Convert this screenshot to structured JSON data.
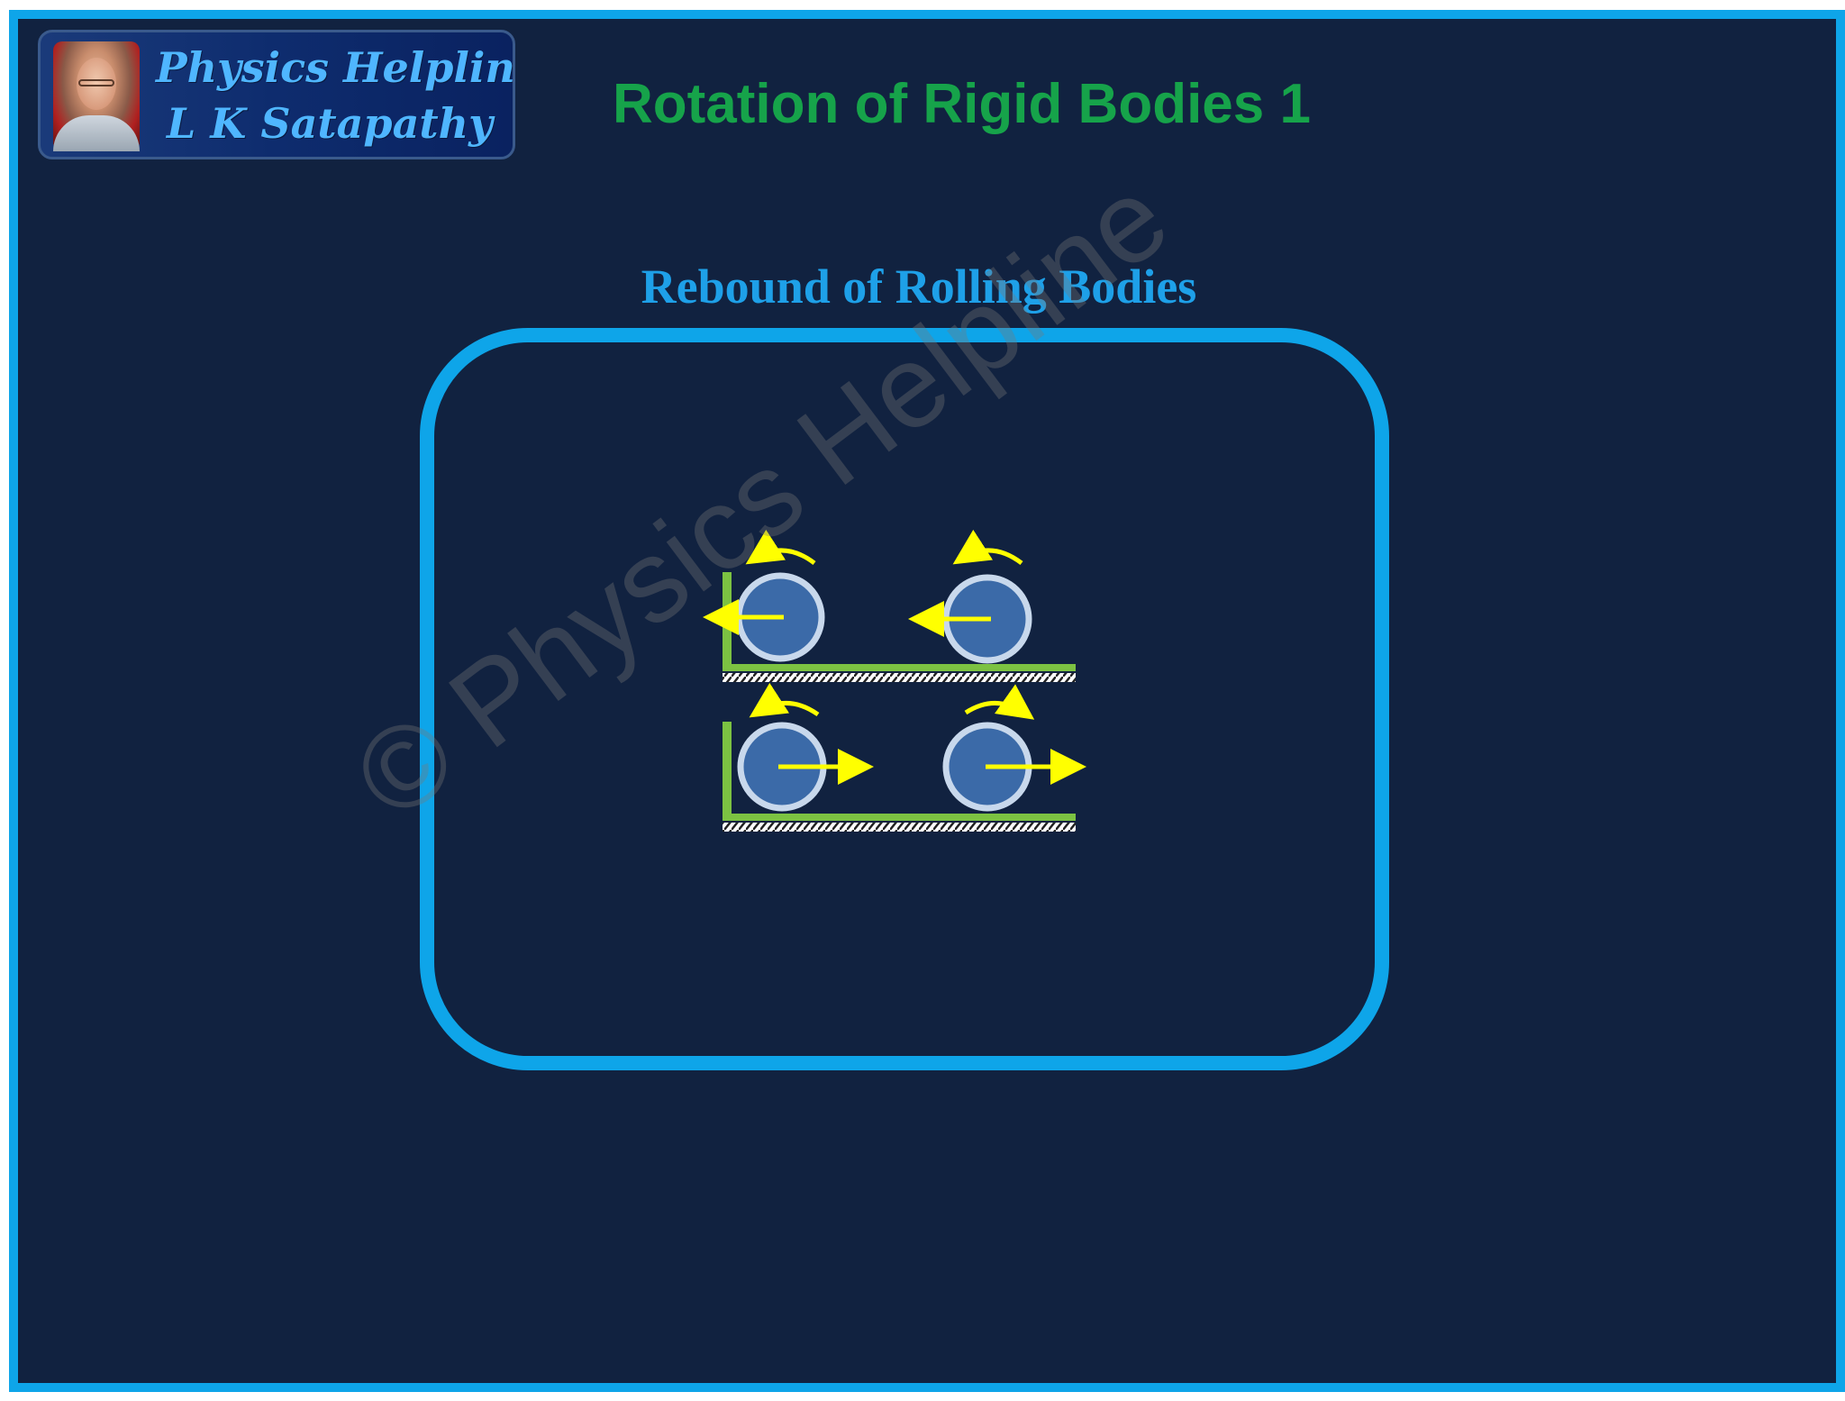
{
  "header": {
    "logo_line1": "Physics Helpline",
    "logo_line2": "L K Satapathy",
    "title": "Rotation of Rigid Bodies 1"
  },
  "subtitle": "Rebound of Rolling Bodies",
  "watermark": "© Physics Helpline",
  "colors": {
    "background": "#112240",
    "border_accent": "#0ea5e9",
    "title_green": "#16a34a",
    "subtitle_blue": "#1ea0e8",
    "arrow_yellow": "#ffff00",
    "surface_green": "#7cc242",
    "ball_fill": "#3b6aa8",
    "ball_rim": "#c8d8ec"
  },
  "diagram": {
    "panels": [
      {
        "name": "before-impact",
        "balls": [
          {
            "name": "ball-at-wall",
            "velocity_direction": "left",
            "rotation": "counterclockwise"
          },
          {
            "name": "ball-approaching",
            "velocity_direction": "left",
            "rotation": "counterclockwise"
          }
        ]
      },
      {
        "name": "after-impact",
        "balls": [
          {
            "name": "ball-rebounding",
            "velocity_direction": "right",
            "rotation": "counterclockwise"
          },
          {
            "name": "ball-rolling-away",
            "velocity_direction": "right",
            "rotation": "clockwise"
          }
        ]
      }
    ]
  }
}
